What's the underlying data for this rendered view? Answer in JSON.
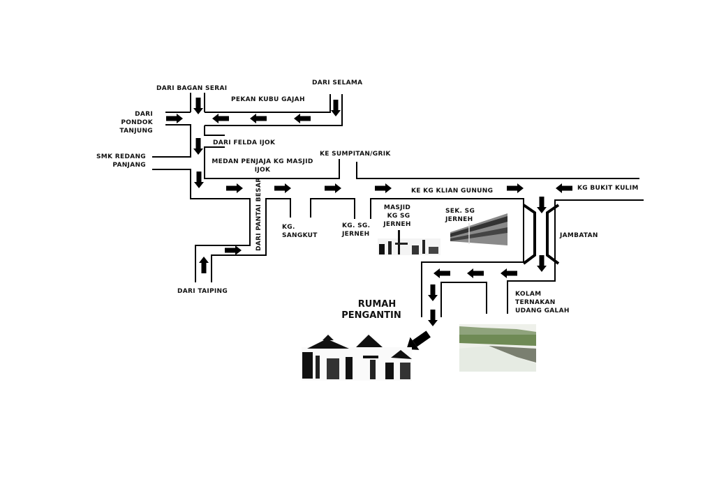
{
  "map": {
    "title": "Peta Lokasi Rumah Pengantin",
    "colors": {
      "road": "#000000",
      "text": "#111111",
      "background": "#ffffff"
    },
    "labels": {
      "dari_bagan_serai": "DARI  BAGAN SERAI",
      "dari_selama": "DARI SELAMA",
      "pekan_kubu_gajah": "PEKAN KUBU GAJAH",
      "dari_pondok_tanjung": [
        "DARI",
        "PONDOK",
        "TANJUNG"
      ],
      "dari_felda_ijok": "DARI FELDA IJOK",
      "smk_redang_panjang": [
        "SMK REDANG",
        "PANJANG"
      ],
      "medan_penjaja": [
        "MEDAN  PENJAJA  KG MASJID",
        "IJOK"
      ],
      "ke_sumpitan_grik": "KE SUMPITAN/GRIK",
      "ke_kg_klian_gunung": "KE KG KLIAN  GUNUNG",
      "kg_bukit_kulim": "KG BUKIT KULIM",
      "dari_pantai_besar": "DARI PANTAI BESAR",
      "kg_sangkut": [
        "KG.",
        "SANGKUT"
      ],
      "kg_sg_jerneh": [
        "KG. SG.",
        "JERNEH"
      ],
      "masjid_kg_sg_jerneh": [
        "MASJID",
        "KG SG",
        "JERNEH"
      ],
      "sek_sg_jerneh": [
        "SEK. SG",
        "JERNEH"
      ],
      "jambatan": "JAMBATAN",
      "dari_taiping": "DARI TAIPING",
      "kolam_ternakan": [
        "KOLAM",
        "TERNAKAN",
        "UDANG GALAH"
      ],
      "rumah_pengantin": [
        "RUMAH",
        "PENGANTIN"
      ]
    },
    "landmarks": [
      {
        "name": "masjid-kg-sg-jerneh",
        "icon": "mosque-photo"
      },
      {
        "name": "sek-sg-jerneh",
        "icon": "school-building-photo"
      },
      {
        "name": "rumah-pengantin",
        "icon": "traditional-house-photo"
      },
      {
        "name": "kolam-ternakan-udang-galah",
        "icon": "prawn-pond-photo"
      }
    ]
  }
}
